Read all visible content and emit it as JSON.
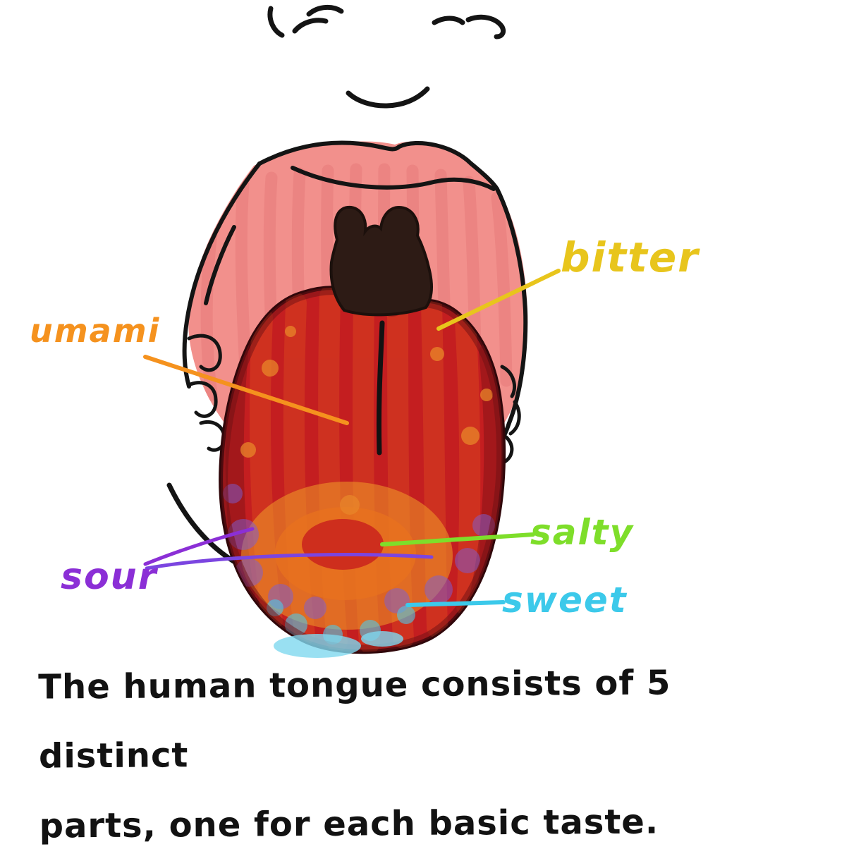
{
  "labels": {
    "bitter": {
      "text": "bitter",
      "color": "#e8c51c"
    },
    "umami": {
      "text": "umami",
      "color": "#f5921e"
    },
    "sour": {
      "text": "sour",
      "color": "#8b2fd6"
    },
    "salty": {
      "text": "salty",
      "color": "#7ede2a"
    },
    "sweet": {
      "text": "sweet",
      "color": "#3cc9ea"
    }
  },
  "caption": {
    "line1": "The human tongue consists of 5 distinct",
    "line2": "parts, one for each basic taste."
  },
  "colors": {
    "tongue_red": "#c41e20",
    "tongue_rim": "#4a1015",
    "mouth_pink": "#f2908c",
    "mouth_stripe": "#e87f7d",
    "throat_dark": "#2d1b15",
    "glow_orange": "#f09c28",
    "sour_dot": "#7a5fd8",
    "sweet_dot": "#4fc8e8",
    "outline_black": "#141414",
    "background": "#ffffff"
  }
}
